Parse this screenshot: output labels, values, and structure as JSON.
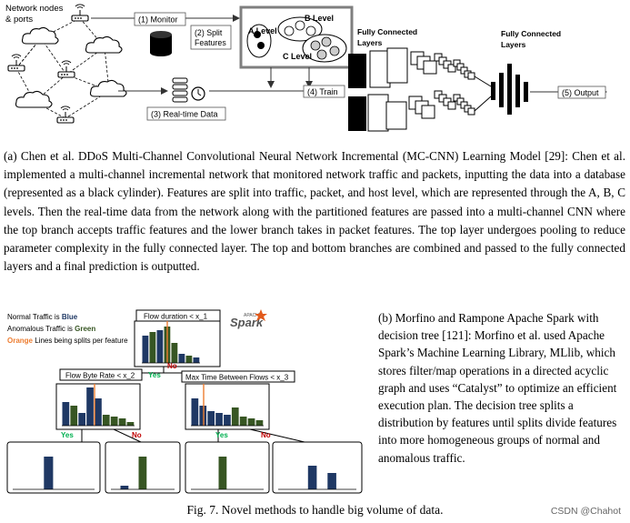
{
  "figure_a": {
    "labels": {
      "network_nodes": "Network nodes",
      "ports": "& ports",
      "monitor": "(1) Monitor",
      "split_features_1": "(2) Split",
      "split_features_2": "Features",
      "train": "(4) Train",
      "realtime": "(3) Real-time Data",
      "output": "(5) Output",
      "a_level": "A Level",
      "b_level": "B Level",
      "c_level": "C Level",
      "fc1_1": "Fully Connected",
      "fc1_2": "Layers",
      "fc2_1": "Fully Connected",
      "fc2_2": "Layers"
    }
  },
  "caption_a": "(a) Chen et al. DDoS Multi-Channel Convolutional Neural Network Incremental (MC-CNN) Learning Model [29]: Chen et al. implemented a multi-channel incremental network that monitored network traffic and packets, inputting the data into a database (represented as a black cylinder). Features are split into traffic, packet, and host level, which are represented through the A, B, C levels. Then the real-time data from the network along with the partitioned features are passed into a multi-channel CNN where the top branch accepts traffic features and the lower branch takes in packet features. The top layer undergoes pooling to reduce parameter complexity in the fully connected layer. The top and bottom branches are combined and passed to the fully connected layers and a final prediction is outputted.",
  "figure_b": {
    "legend": {
      "normal_prefix": "Normal Traffic is ",
      "normal_color_word": "Blue",
      "anomalous_prefix": "Anomalous Traffic is ",
      "anomalous_color_word": "Green",
      "orange_word": "Orange",
      "orange_suffix": " Lines being splits per feature"
    },
    "spark_small": "APACHE",
    "spark_logo": "Spark",
    "node_root": "Flow duration < x_1",
    "node_left": "Flow Byte Rate < x_2",
    "node_right": "Max Time Between Flows < x_3",
    "yes": "Yes",
    "no": "No",
    "colors": {
      "blue": "#1f3864",
      "green": "#375623",
      "orange": "#ed7d31",
      "yes_green": "#00b050",
      "no_red": "#c00000"
    }
  },
  "caption_b": "(b) Morfino and Rampone Apache Spark with decision tree [121]: Morfino et al. used Apache Spark’s Machine Learning Library, MLlib, which stores filter/map operations in a directed acyclic graph and uses “Catalyst” to optimize an efficient execution plan. The decision tree splits a distribution by features until splits divide features into more homogeneous groups of normal and anomalous traffic.",
  "fig_caption": "Fig. 7.  Novel methods to handle big volume of data.",
  "watermark": "CSDN @Chahot"
}
